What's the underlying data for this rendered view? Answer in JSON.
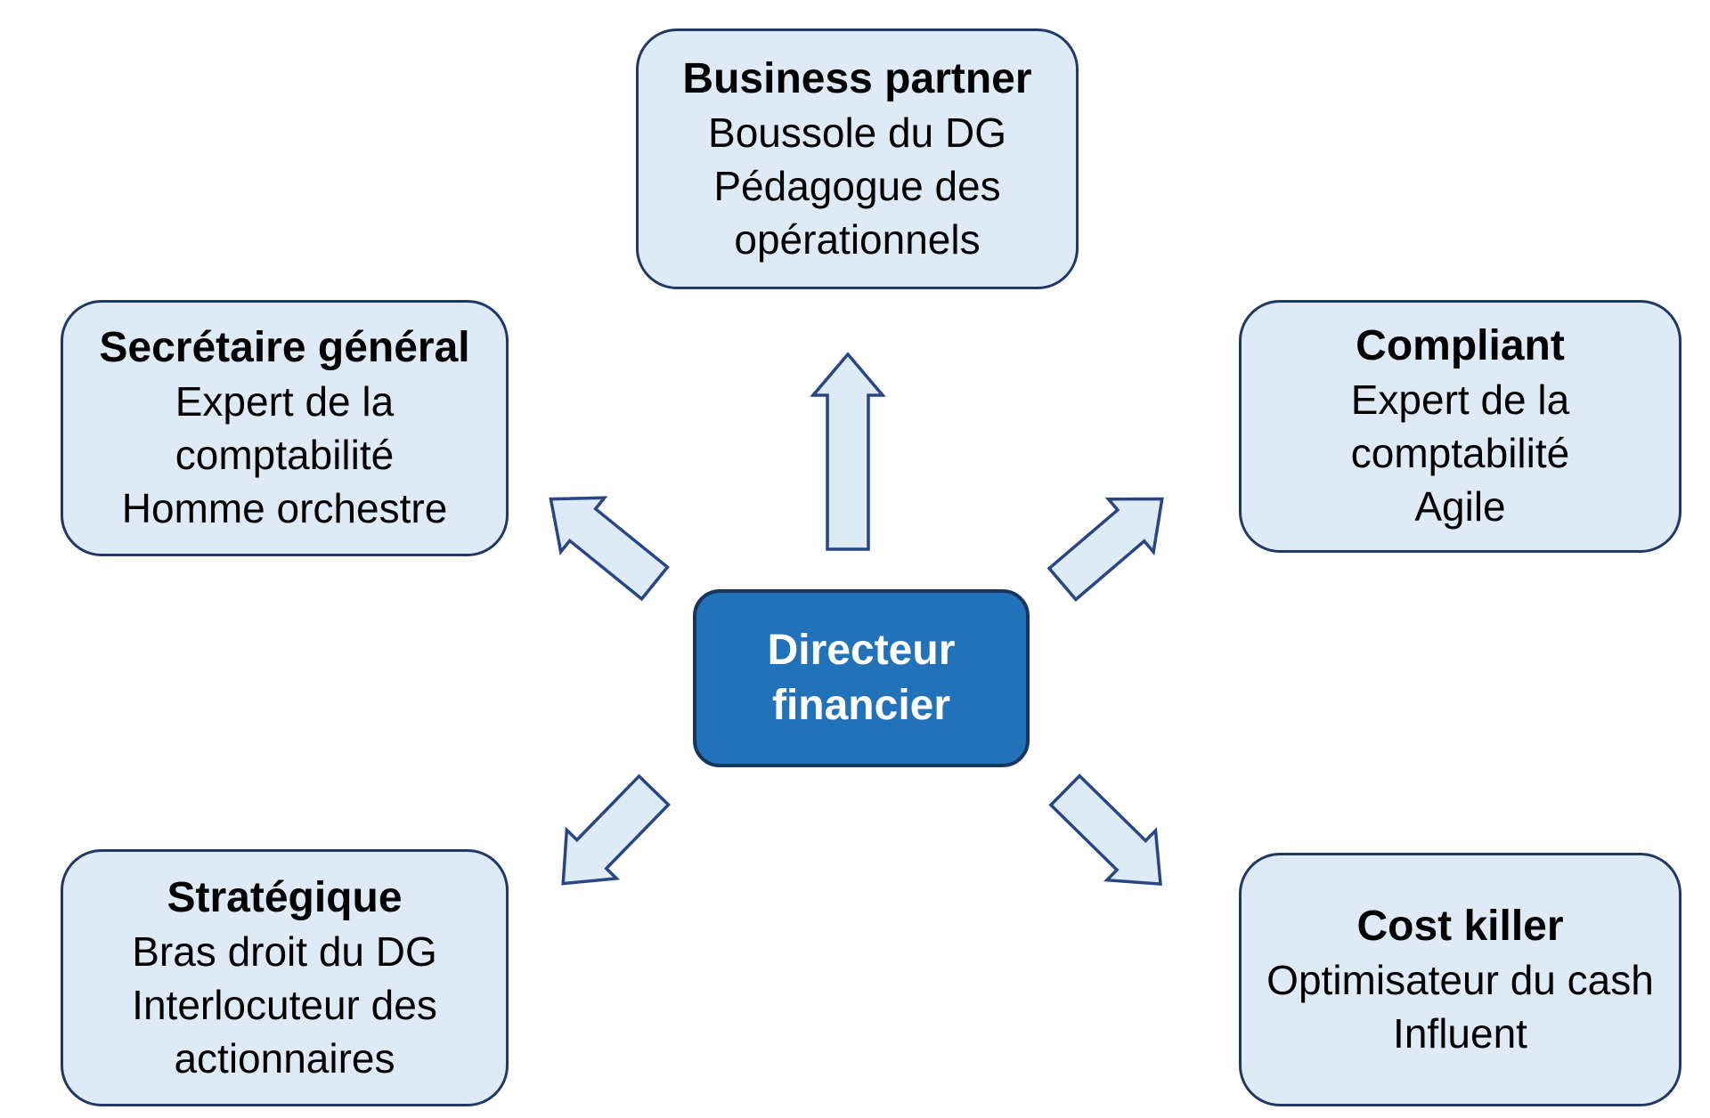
{
  "colors": {
    "box_fill": "#DEEBF7",
    "box_border": "#1F3864",
    "center_fill": "#2272B9",
    "center_border": "#17365D",
    "center_text": "#FFFFFF",
    "arrow_fill": "#DEEBF7",
    "arrow_border": "#274683",
    "text": "#000000"
  },
  "center_node": {
    "label": "Directeur financier"
  },
  "nodes": [
    {
      "id": "business-partner",
      "title": "Business partner",
      "line1": "Boussole du DG",
      "line2": "Pédagogue des opérationnels"
    },
    {
      "id": "secretaire-general",
      "title": "Secrétaire général",
      "line1": "Expert de la comptabilité",
      "line2": "Homme orchestre"
    },
    {
      "id": "compliant",
      "title": "Compliant",
      "line1": "Expert de la comptabilité",
      "line2": "Agile"
    },
    {
      "id": "strategique",
      "title": "Stratégique",
      "line1": "Bras droit du DG",
      "line2": "Interlocuteur des actionnaires"
    },
    {
      "id": "cost-killer",
      "title": "Cost killer",
      "line1": "Optimisateur du cash",
      "line2": "Influent"
    }
  ],
  "arrows": [
    "up",
    "up-left",
    "up-right",
    "down-left",
    "down-right"
  ]
}
